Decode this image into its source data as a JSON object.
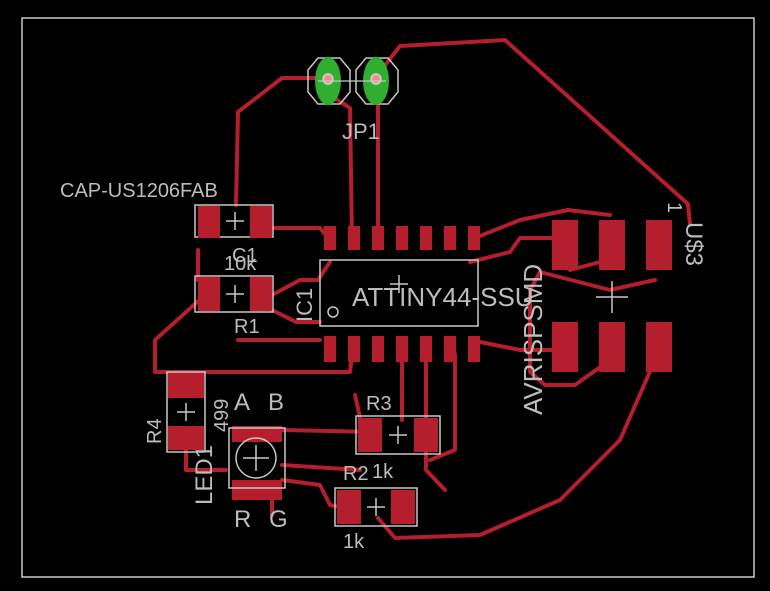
{
  "colors": {
    "background": "#000000",
    "outline": "#c8c8c8",
    "trace": "#b41e2d",
    "pad": "#b41e2d",
    "via_pad": "#2fae2f",
    "silk": "#bdbdbd"
  },
  "labels": {
    "jp1": "JP1",
    "cap_value": "CAP-US1206FAB",
    "c1": "C1",
    "r1_value": "10k",
    "r1": "R1",
    "ic1": "IC1",
    "ic1_part": "ATTINY44-SSU",
    "avrisp": "AVRISPSMD",
    "us3": "U$3",
    "pin1": "1",
    "r4": "R4",
    "r4_value": "499",
    "led1": "LED1",
    "led_a": "A",
    "led_b": "B",
    "led_r": "R",
    "led_g": "G",
    "r3": "R3",
    "r3_value": "1k",
    "r2": "R2",
    "r2_value": "1k"
  }
}
